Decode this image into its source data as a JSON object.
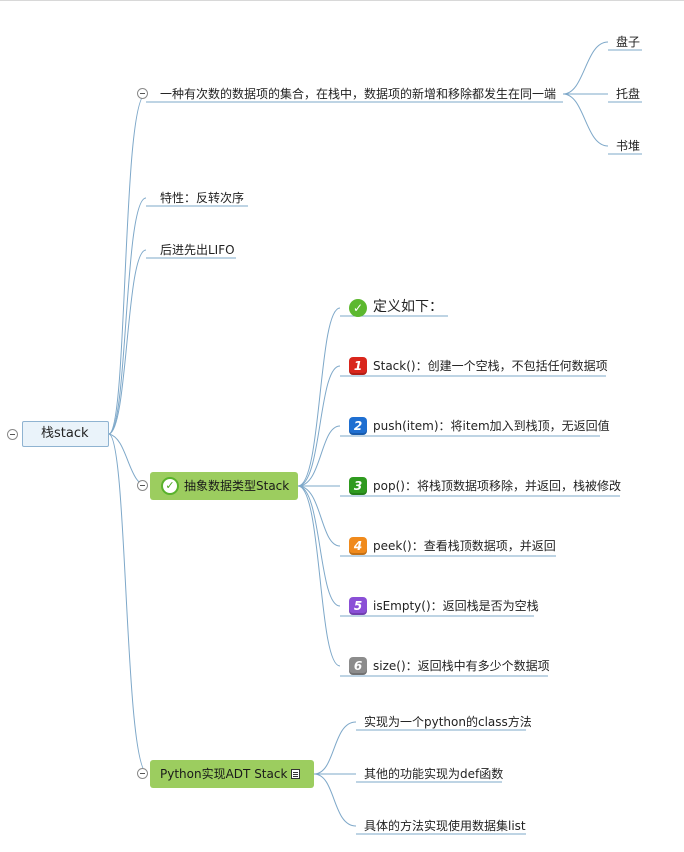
{
  "root": {
    "label": "栈stack"
  },
  "branch1": {
    "label": "一种有次数的数据项的集合，在栈中，数据项的新增和移除都发生在同一端",
    "children": [
      "盘子",
      "托盘",
      "书堆"
    ]
  },
  "branch2": {
    "label": "特性：反转次序"
  },
  "branch3": {
    "label": "后进先出LIFO"
  },
  "branch4": {
    "label": "抽象数据类型Stack",
    "header": "定义如下：",
    "items": [
      {
        "num": "1",
        "color": "#d9261c",
        "text": "Stack()：创建一个空栈，不包括任何数据项"
      },
      {
        "num": "2",
        "color": "#1f6fd1",
        "text": "push(item)：将item加入到栈顶，无返回值"
      },
      {
        "num": "3",
        "color": "#2f9a1f",
        "text": "pop()：将栈顶数据项移除，并返回，栈被修改"
      },
      {
        "num": "4",
        "color": "#f08a1c",
        "text": "peek()：查看栈顶数据项，并返回"
      },
      {
        "num": "5",
        "color": "#8a4fd6",
        "text": "isEmpty()：返回栈是否为空栈"
      },
      {
        "num": "6",
        "color": "#8c8c8c",
        "text": "size()：返回栈中有多少个数据项"
      }
    ]
  },
  "branch5": {
    "label": "Python实现ADT Stack",
    "children": [
      "实现为一个python的class方法",
      "其他的功能实现为def函数",
      "具体的方法实现使用数据集list"
    ]
  },
  "colors": {
    "connector": "#7ea8c9",
    "green_node": "#9ccd5f",
    "root_fill": "#eaf3fa",
    "root_border": "#8fb3d1"
  },
  "icons": [
    "collapse-toggle",
    "check-icon",
    "number-badge-icon",
    "note-icon"
  ]
}
